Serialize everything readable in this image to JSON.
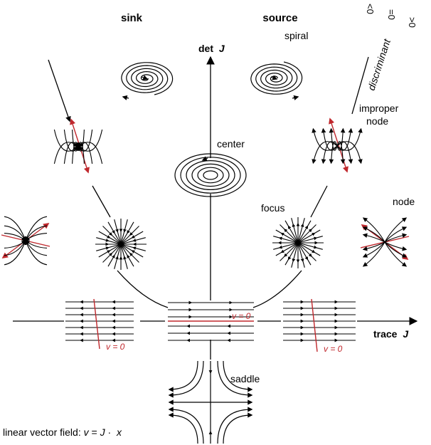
{
  "labels": {
    "sink": "sink",
    "source": "source",
    "det": "det",
    "det_var": "J",
    "spiral": "spiral",
    "center": "center",
    "focus": "focus",
    "node": "node",
    "improper_line1": "improper",
    "improper_line2": "node",
    "saddle": "saddle",
    "trace": "trace",
    "trace_var": "J",
    "v0_left": "v = 0",
    "v0_mid": "v = 0",
    "v0_right": "v = 0",
    "discriminant": "discriminant",
    "disc_lt": "<0",
    "disc_eq": "=0",
    "disc_gt": ">0",
    "footer_prefix": "linear vector field: ",
    "footer_v": "v",
    "footer_eq": " = ",
    "footer_J": "J",
    "footer_dot": " · ",
    "footer_x": "x"
  },
  "colors": {
    "ink": "#000000",
    "accent": "#c0282d"
  }
}
